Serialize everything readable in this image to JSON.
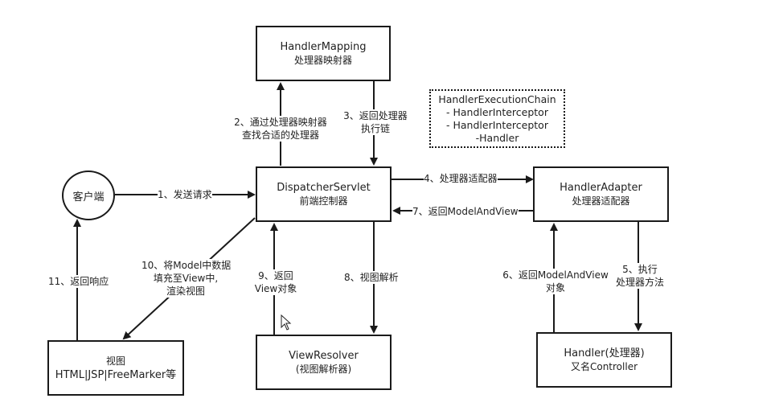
{
  "nodes": {
    "client": {
      "label": "客户端"
    },
    "handler_mapping": {
      "line1": "HandlerMapping",
      "line2": "处理器映射器"
    },
    "dispatcher": {
      "line1": "DispatcherServlet",
      "line2": "前端控制器"
    },
    "handler_adapter": {
      "line1": "HandlerAdapter",
      "line2": "处理器适配器"
    },
    "view": {
      "line1": "视图",
      "line2": "HTML|JSP|FreeMarker等"
    },
    "view_resolver": {
      "line1": "ViewResolver",
      "line2": "(视图解析器)"
    },
    "handler": {
      "line1": "Handler(处理器)",
      "line2": "又名Controller"
    },
    "execution_chain": {
      "lines": [
        "HandlerExecutionChain",
        "- HandlerInterceptor",
        "- HandlerInterceptor",
        "-Handler"
      ]
    }
  },
  "edges": {
    "e1": {
      "label": "1、发送请求"
    },
    "e2": {
      "line1": "2、通过处理器映射器",
      "line2": "查找合适的处理器"
    },
    "e3": {
      "line1": "3、返回处理器",
      "line2": "执行链"
    },
    "e4": {
      "label": "4、处理器适配器"
    },
    "e5": {
      "line1": "5、执行",
      "line2": "处理器方法"
    },
    "e6": {
      "line1": "6、返回ModelAndView",
      "line2": "对象"
    },
    "e7": {
      "label": "7、返回ModelAndView"
    },
    "e8": {
      "label": "8、视图解析"
    },
    "e9": {
      "line1": "9、返回",
      "line2": "View对象"
    },
    "e10": {
      "line1": "10、将Model中数据",
      "line2": "填充至View中,",
      "line3": "渲染视图"
    },
    "e11": {
      "label": "11、返回响应"
    }
  }
}
